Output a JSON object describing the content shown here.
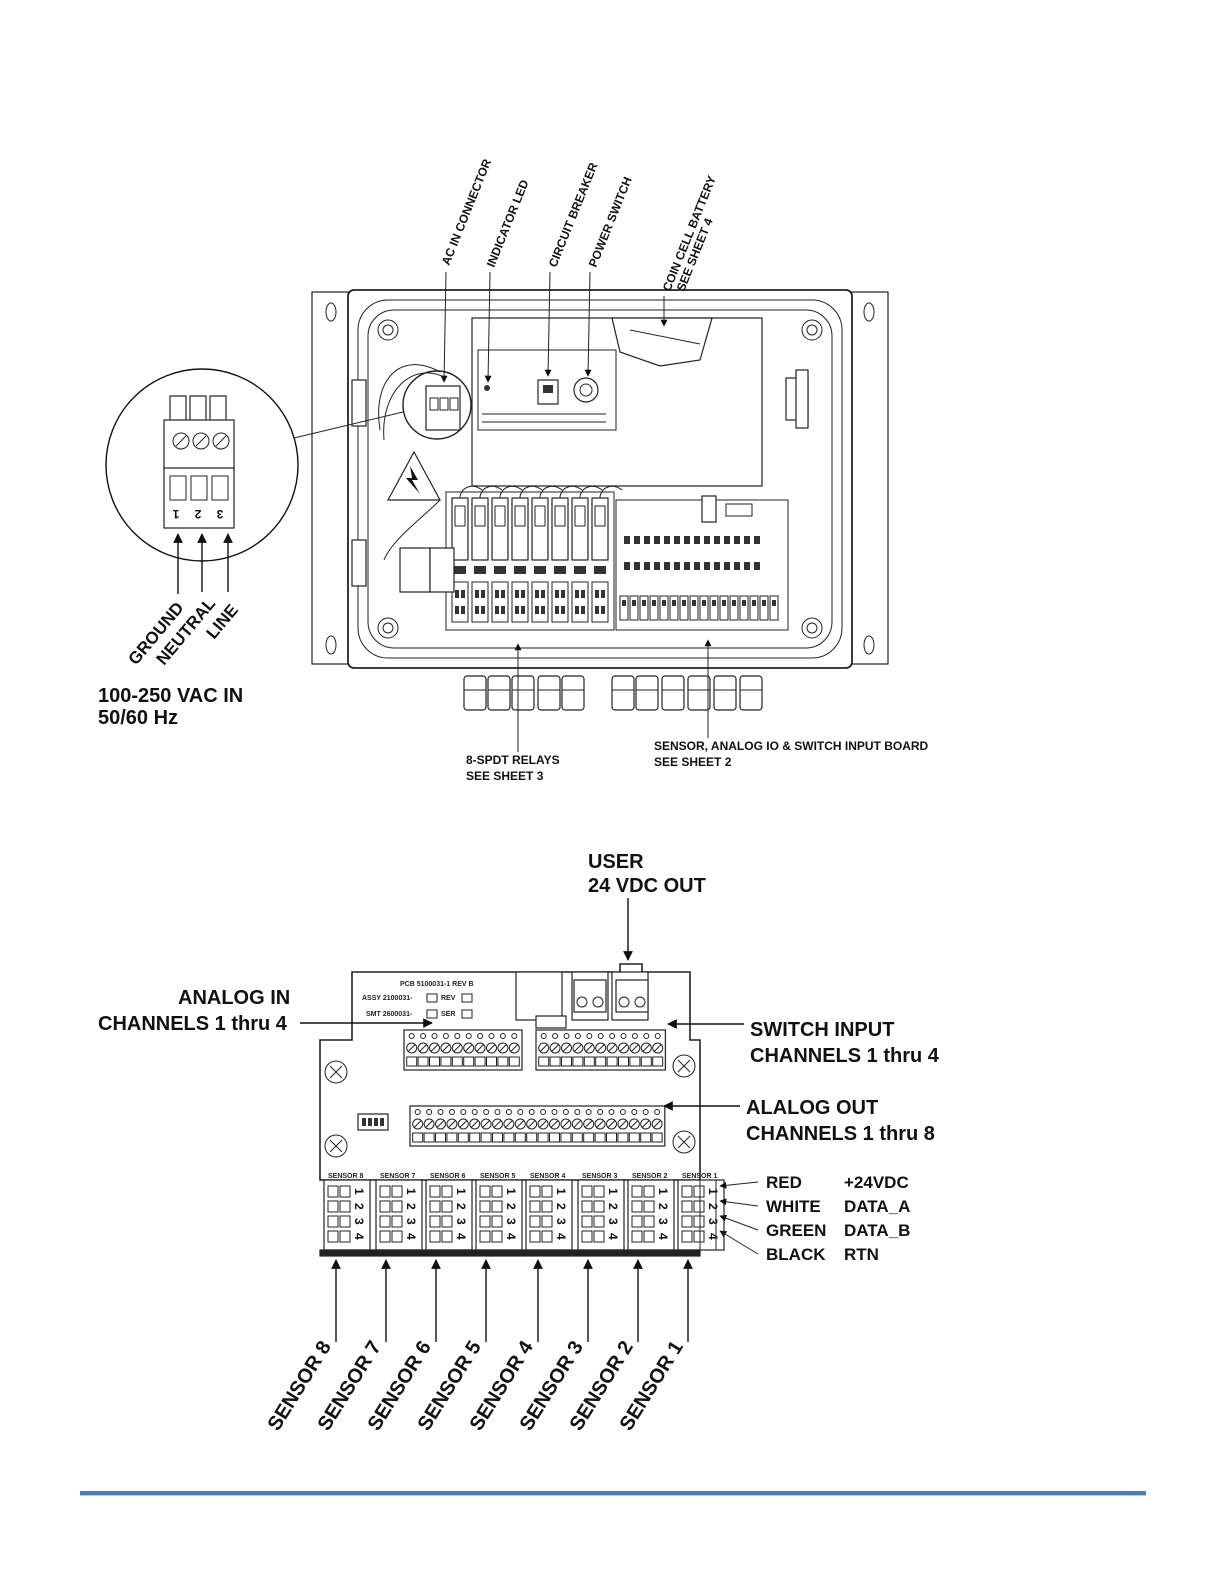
{
  "enclosure": {
    "callouts": {
      "ac_in": "AC IN CONNECTOR",
      "indicator_led": "INDICATOR LED",
      "circuit_breaker": "CIRCUIT BREAKER",
      "power_switch": "POWER SWITCH",
      "coin_cell_1": "COIN CELL BATTERY",
      "coin_cell_2": "SEE SHEET 4"
    },
    "connector_pins": [
      "1",
      "2",
      "3"
    ],
    "wires": [
      "GROUND",
      "NEUTRAL",
      "LINE"
    ],
    "input_line1": "100-250 VAC IN",
    "input_line2": "50/60 Hz",
    "relays_line1": "8-SPDT RELAYS",
    "relays_line2": "SEE SHEET 3",
    "board_line1": "SENSOR, ANALOG IO & SWITCH INPUT BOARD",
    "board_line2": "SEE SHEET 2"
  },
  "board": {
    "user_line1": "USER",
    "user_line2": "24 VDC OUT",
    "pcb_label": "PCB 5100031-1 REV B",
    "assy": "ASSY 2100031-",
    "rev": "REV",
    "smt": "SMT 2600031-",
    "ser": "SER",
    "analog_in_line1": "ANALOG IN",
    "analog_in_line2": "CHANNELS 1 thru 4",
    "switch_in_line1": "SWITCH INPUT",
    "switch_in_line2": "CHANNELS 1 thru 4",
    "analog_out_line1": "ALALOG OUT",
    "analog_out_line2": "CHANNELS 1 thru 8",
    "sensor_block_labels": [
      "SENSOR 8",
      "SENSOR 7",
      "SENSOR 6",
      "SENSOR 5",
      "SENSOR 4",
      "SENSOR 3",
      "SENSOR 2",
      "SENSOR 1"
    ],
    "pin_numbers": [
      "1",
      "2",
      "3",
      "4"
    ],
    "wiring": [
      {
        "color": "RED",
        "signal": "+24VDC"
      },
      {
        "color": "WHITE",
        "signal": "DATA_A"
      },
      {
        "color": "GREEN",
        "signal": "DATA_B"
      },
      {
        "color": "BLACK",
        "signal": "RTN"
      }
    ],
    "sensor_labels": [
      "SENSOR 8",
      "SENSOR 7",
      "SENSOR 6",
      "SENSOR 5",
      "SENSOR 4",
      "SENSOR 3",
      "SENSOR 2",
      "SENSOR 1"
    ]
  }
}
